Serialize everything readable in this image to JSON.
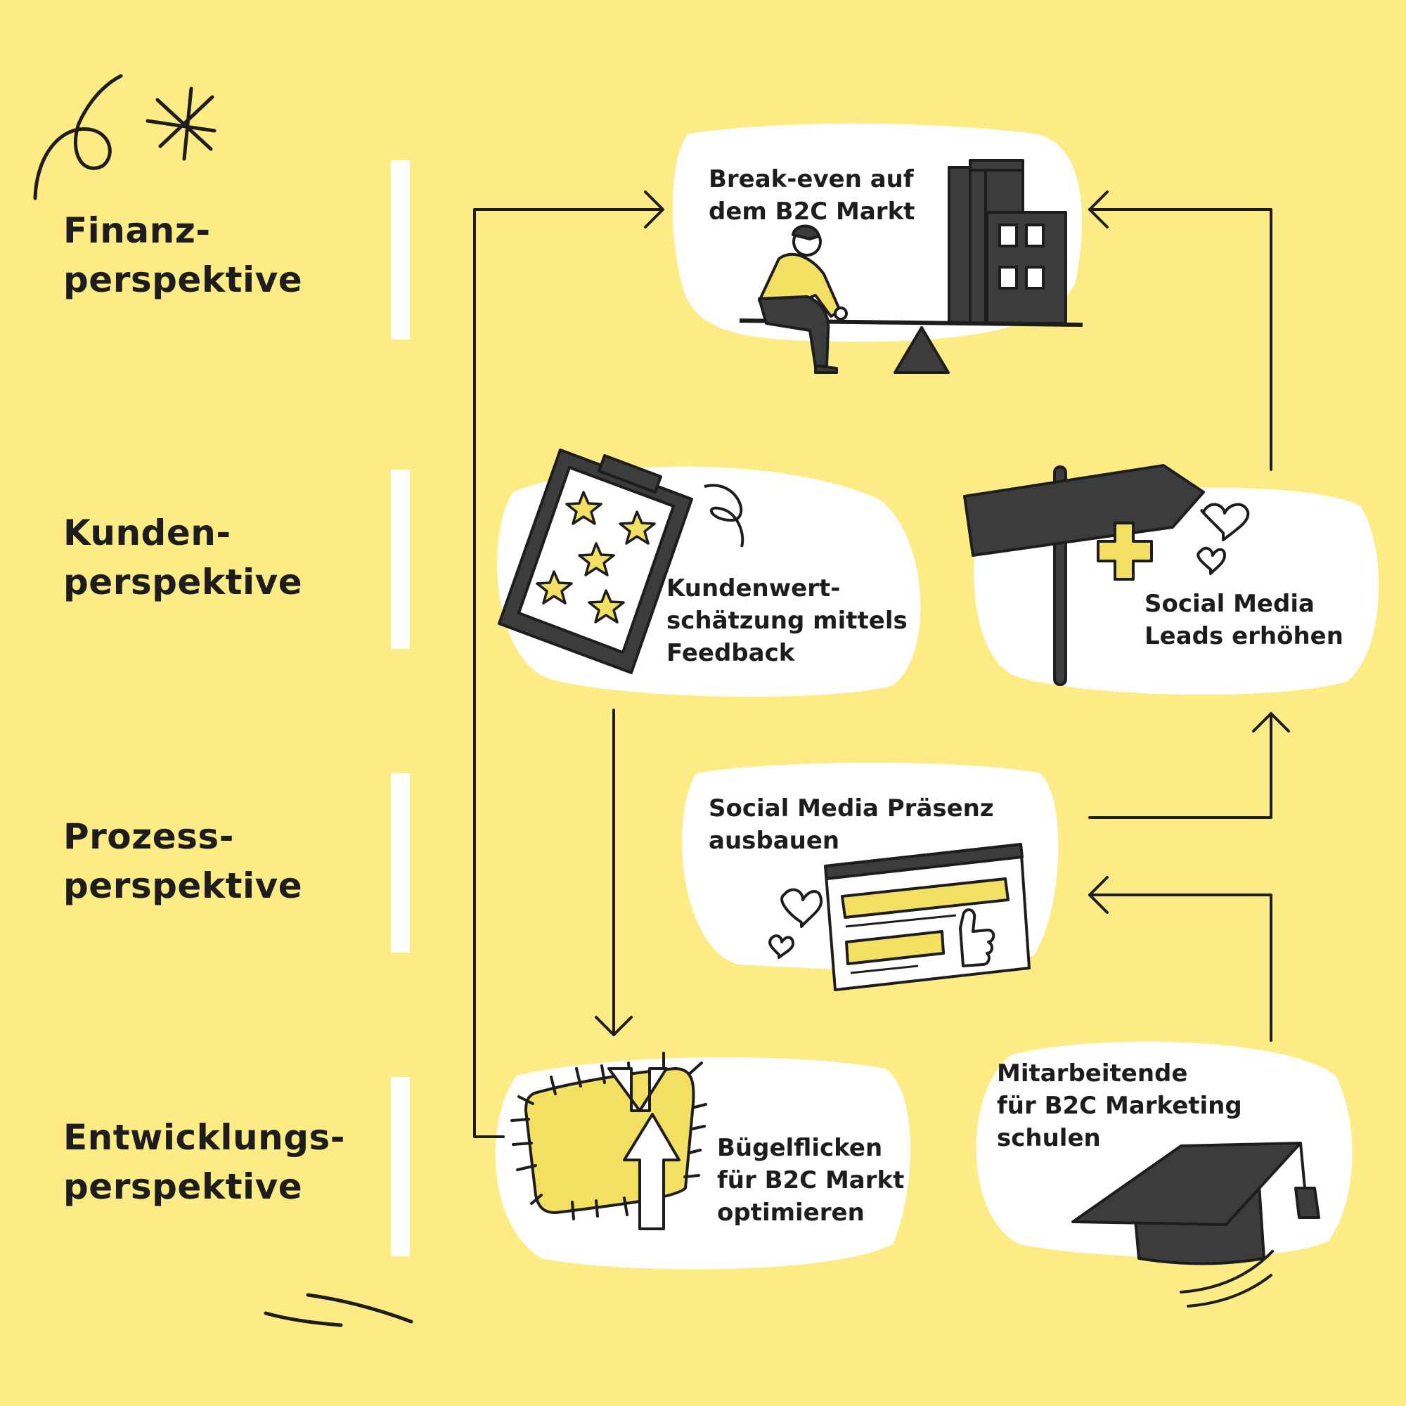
{
  "perspectives": [
    {
      "line1": "Finanz-",
      "line2": "perspektive"
    },
    {
      "line1": "Kunden-",
      "line2": "perspektive"
    },
    {
      "line1": "Prozess-",
      "line2": "perspektive"
    },
    {
      "line1": "Entwicklungs-",
      "line2": "perspektive"
    }
  ],
  "nodes": {
    "break_even": {
      "line1": "Break-even auf",
      "line2": "dem B2C Markt"
    },
    "kundenwert": {
      "line1": "Kundenwert-",
      "line2": "schätzung mittels",
      "line3": "Feedback"
    },
    "social_leads": {
      "line1": "Social Media",
      "line2": "Leads erhöhen"
    },
    "social_praesenz": {
      "line1": "Social Media Präsenz",
      "line2": "ausbauen"
    },
    "buegelflicken": {
      "line1": "Bügelflicken",
      "line2": "für B2C Markt",
      "line3": "optimieren"
    },
    "mitarbeitende": {
      "line1": "Mitarbeitende",
      "line2": "für B2C Marketing",
      "line3": "schulen"
    }
  },
  "icons": [
    "swirl-doodle-icon",
    "asterisk-doodle-icon",
    "seesaw-person-building-icon",
    "clipboard-stars-icon",
    "signpost-plus-hearts-icon",
    "browser-likes-icon",
    "patch-upload-icon",
    "graduation-cap-icon",
    "speed-lines-doodle-icon"
  ],
  "colors": {
    "background": "#FDEB86",
    "accent": "#F3E063",
    "ink": "#1d1d1d",
    "dark_fill": "#3c3c3c",
    "blob": "#ffffff"
  }
}
